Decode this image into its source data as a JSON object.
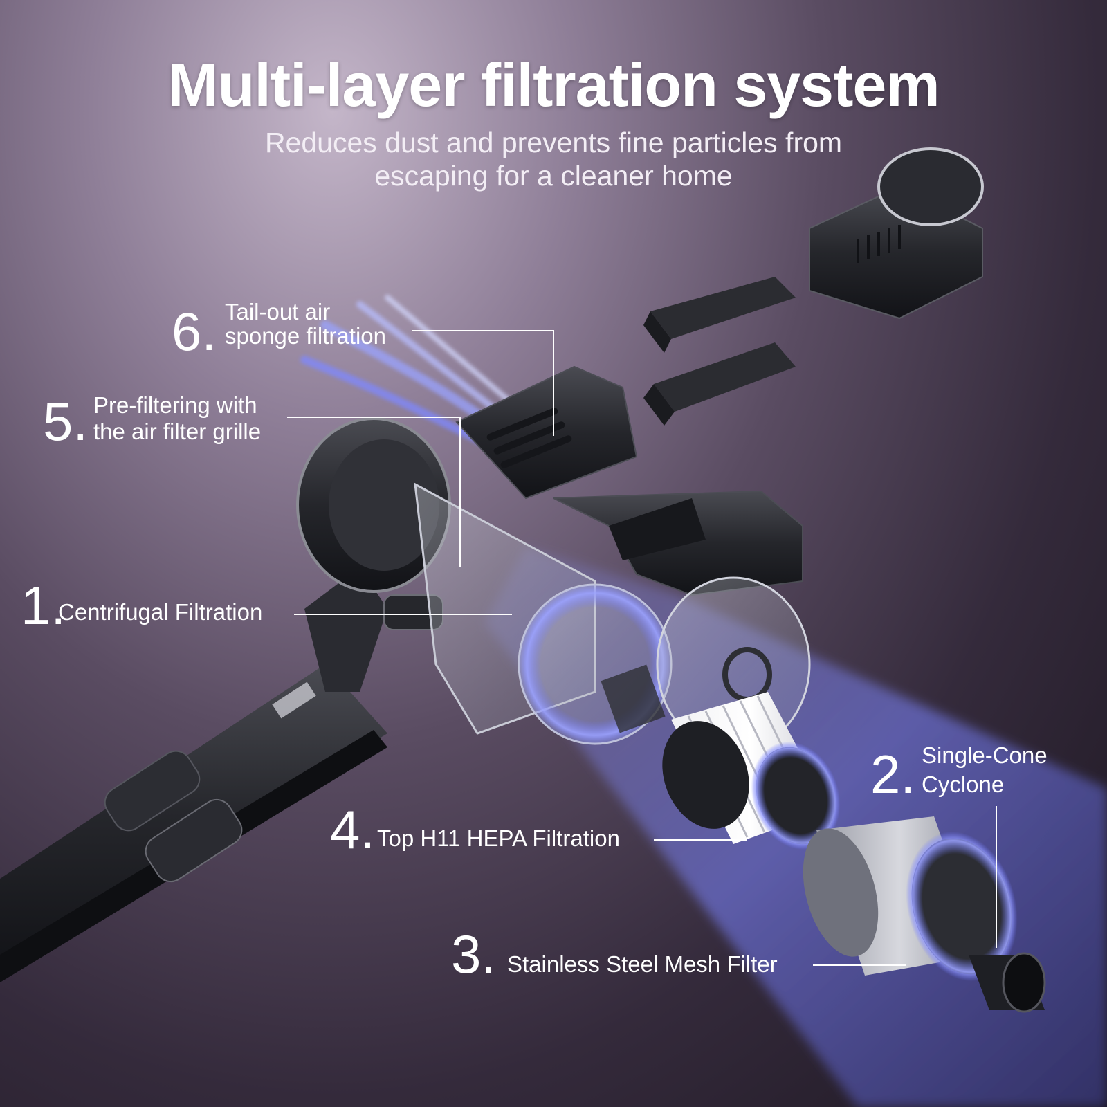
{
  "header": {
    "title": "Multi-layer filtration system",
    "subtitle_line1": "Reduces dust and prevents fine particles from",
    "subtitle_line2": "escaping for a cleaner home"
  },
  "callouts": [
    {
      "number": "1.",
      "label": "Centrifugal Filtration"
    },
    {
      "number": "2.",
      "label_line1": "Single-Cone",
      "label_line2": "Cyclone"
    },
    {
      "number": "3.",
      "label": "Stainless Steel Mesh Filter"
    },
    {
      "number": "4.",
      "label": "Top H11 HEPA Filtration"
    },
    {
      "number": "5.",
      "label_line1": "Pre-filtering with",
      "label_line2": "the air filter grille"
    },
    {
      "number": "6.",
      "label_line1": "Tail-out air",
      "label_line2": "sponge filtration"
    }
  ],
  "colors": {
    "accent_glow": "#6f78ff",
    "body_dark": "#1e1f24",
    "leader_line": "#ffffff"
  }
}
